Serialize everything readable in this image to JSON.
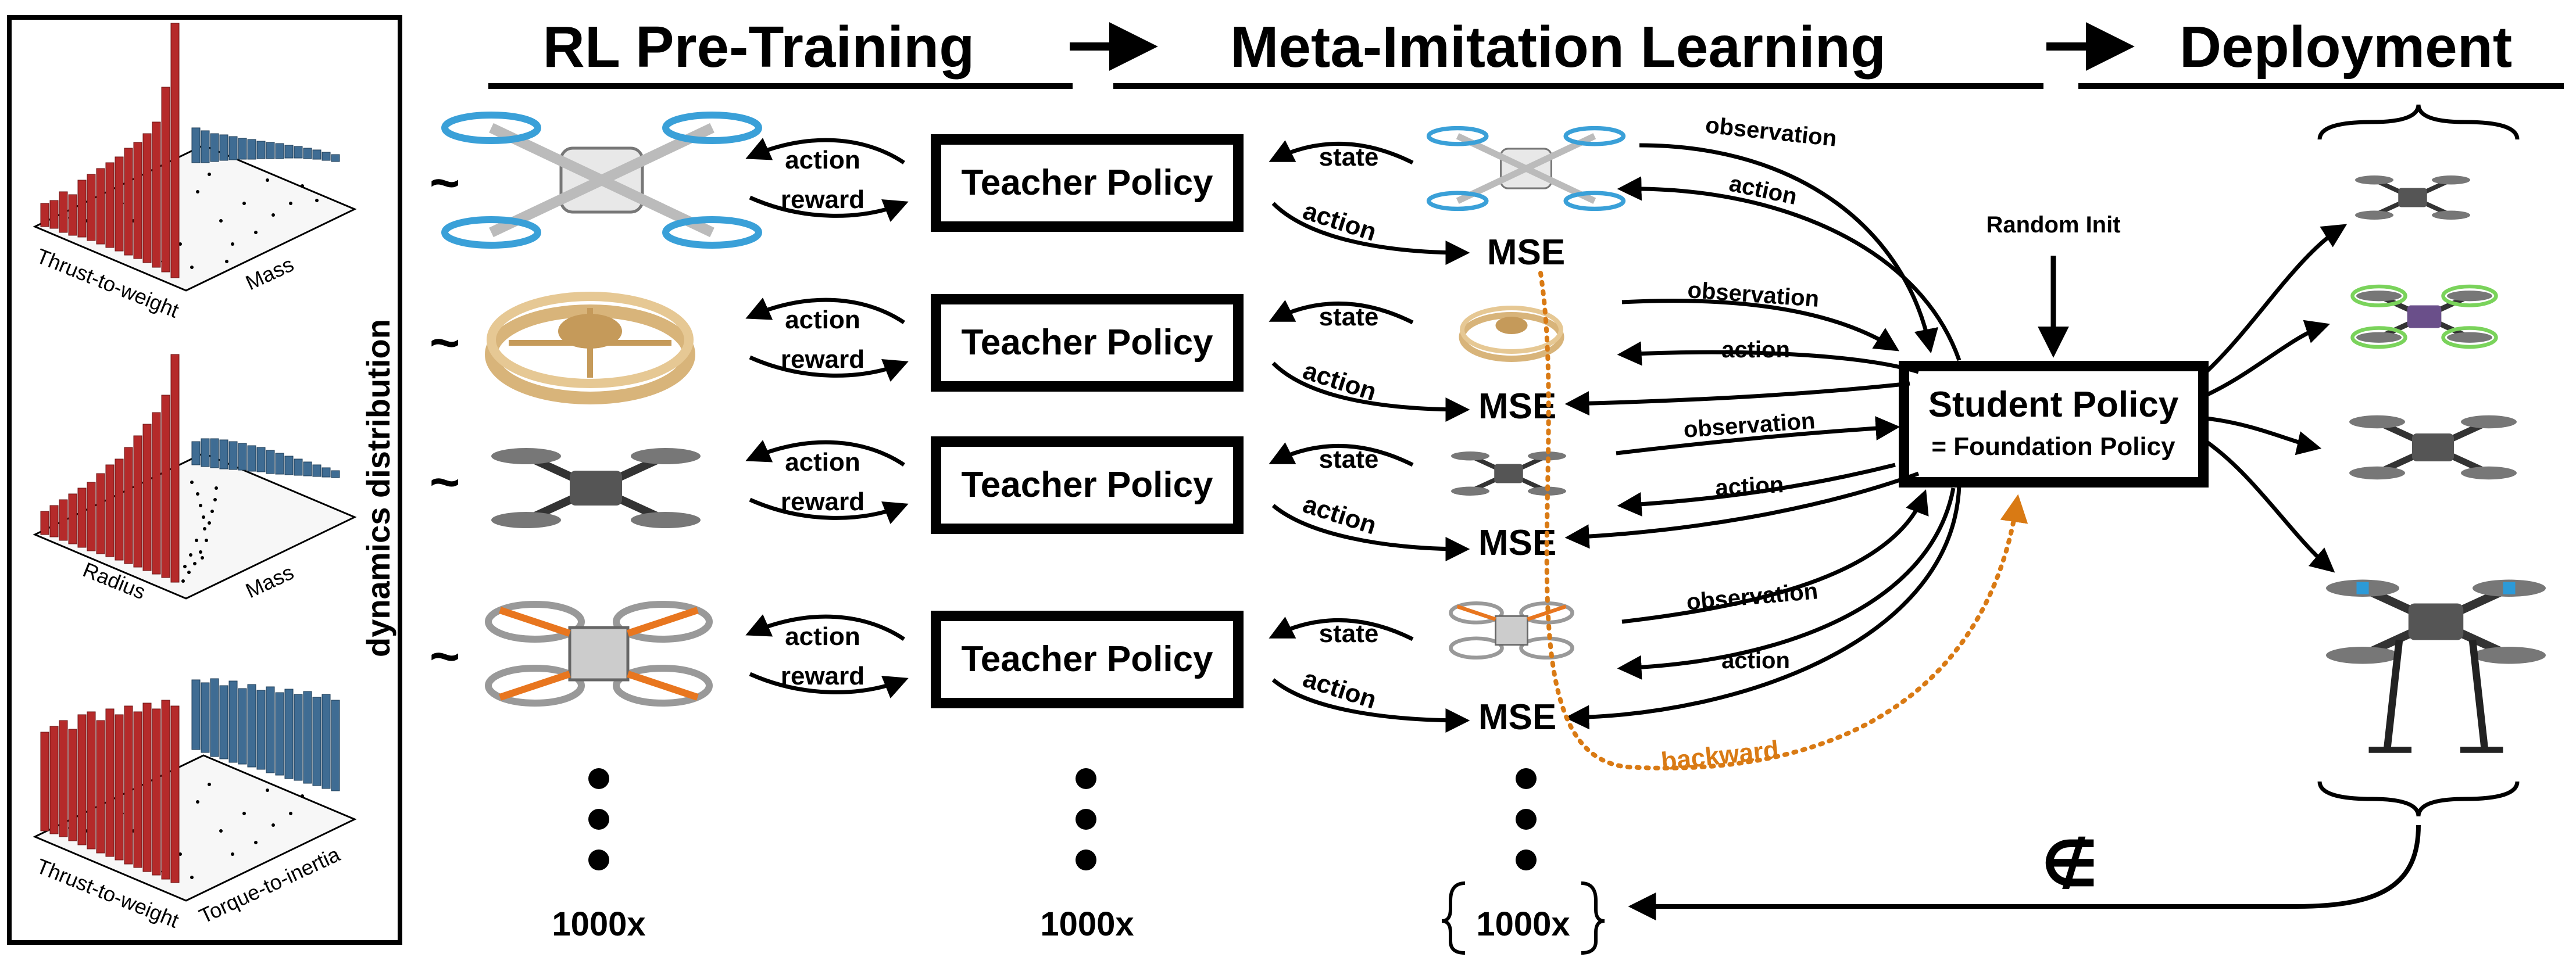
{
  "stages": {
    "rl_pretraining": "RL Pre-Training",
    "meta_imitation": "Meta-Imitation Learning",
    "deployment": "Deployment"
  },
  "side_label": "dynamics distribution",
  "plots": [
    {
      "x_axis": "Thrust-to-weight",
      "y_axis": "Mass"
    },
    {
      "x_axis": "Radius",
      "y_axis": "Mass"
    },
    {
      "x_axis": "Thrust-to-weight",
      "y_axis": "Torque-to-inertia"
    }
  ],
  "tilde": "~",
  "rl_arrows": {
    "action": "action",
    "reward": "reward"
  },
  "teacher_policy": "Teacher Policy",
  "teacher_arrows": {
    "state": "state",
    "action": "action"
  },
  "mse": "MSE",
  "student_arrows": {
    "observation": "observation",
    "action": "action"
  },
  "student_policy": {
    "line1": "Student Policy",
    "line2": "= Foundation Policy"
  },
  "random_init": "Random Init",
  "backward": "backward",
  "counts": {
    "col1": "1000x",
    "col2": "1000x",
    "col3": "1000x"
  },
  "not_in_symbol": "∉",
  "dots": "•",
  "colors": {
    "red": "#b52a2a",
    "blue": "#3f6c93",
    "orange": "#d97a14",
    "black": "#000000"
  },
  "icons": [
    "quadrotor-blue-icon",
    "quadrotor-wood-ring-icon",
    "quadrotor-black-frame-icon",
    "quadrotor-orange-guard-icon",
    "deployment-drone-icons"
  ]
}
